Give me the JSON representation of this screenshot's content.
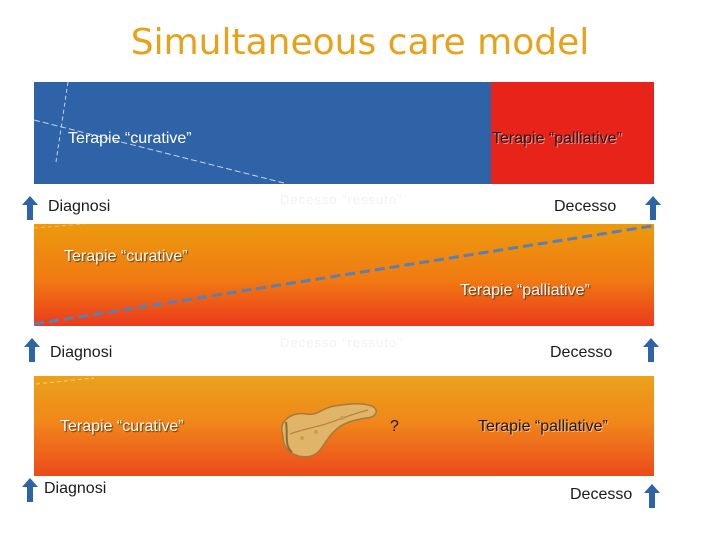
{
  "title": "Simultaneous care model",
  "panels": [
    {
      "curative_label": "Terapie “curative”",
      "palliative_label": "Terapie “palliative”",
      "faint_label": "Decesso “ressuto”",
      "diagnosis_label": "Diagnosi",
      "death_label": "Decesso"
    },
    {
      "curative_label": "Terapie “curative”",
      "palliative_label": "Terapie “palliative”",
      "faint_label": "Decesso “ressuto”",
      "diagnosis_label": "Diagnosi",
      "death_label": "Decesso"
    },
    {
      "curative_label": "Terapie “curative”",
      "question_label": "?",
      "palliative_label": "Terapie “palliative”",
      "diagnosis_label": "Diagnosi",
      "death_label": "Decesso"
    }
  ],
  "colors": {
    "title": "#e8a21a",
    "curative_blue": "#2f63a8",
    "palliative_red": "#e8231a",
    "gradient_orange": "#f07a12",
    "arrow_blue": "#2f63a8",
    "divider_line": "#4a74b0"
  },
  "icons": [
    "up-arrow-icon",
    "pancreas-illustration"
  ]
}
